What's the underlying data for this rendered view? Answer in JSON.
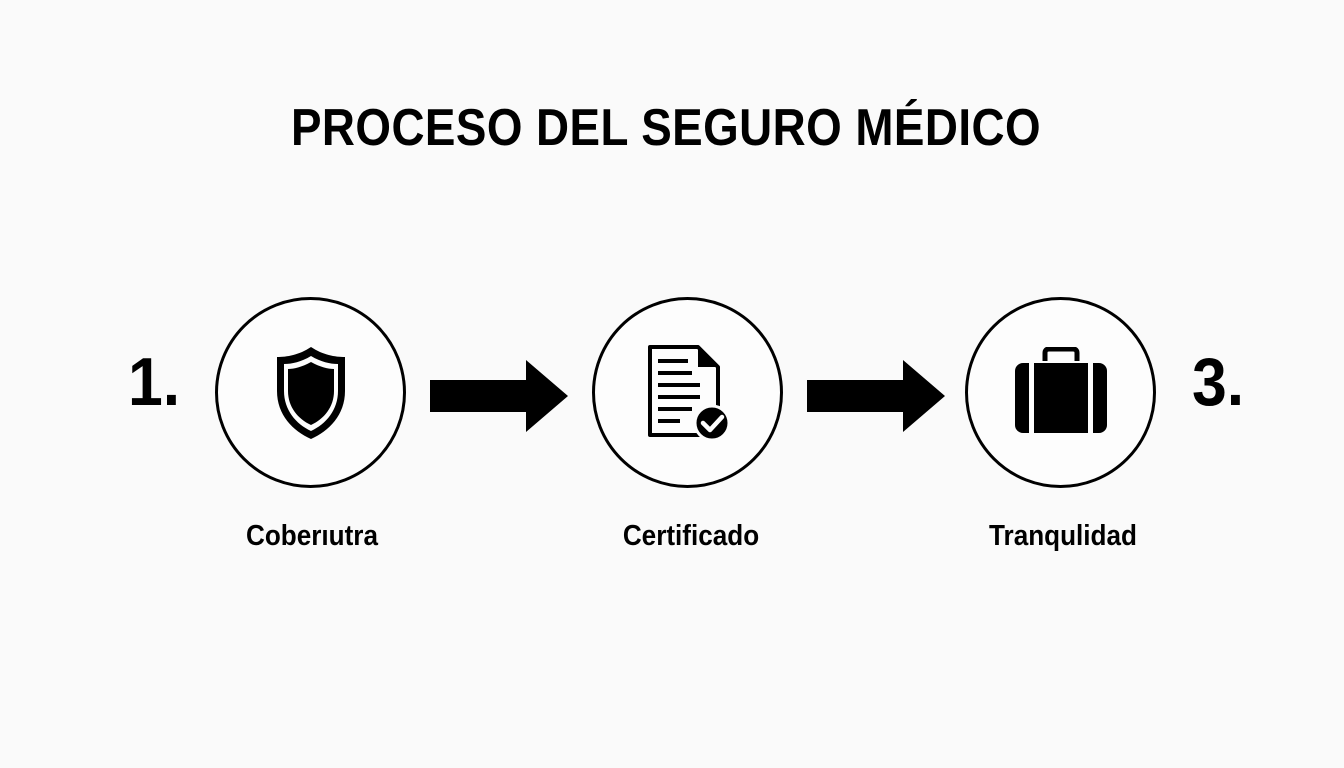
{
  "title": "PROCESO DEL SEGURO MÉDICO",
  "steps": [
    {
      "label": "Coberıutra",
      "icon": "shield-icon"
    },
    {
      "label": "Certificado",
      "icon": "document-check-icon"
    },
    {
      "label": "Tranqulidad",
      "icon": "briefcase-icon"
    }
  ],
  "numbers": {
    "first": "1.",
    "last": "3."
  },
  "colors": {
    "foreground": "#000000",
    "background": "#fafafa"
  }
}
